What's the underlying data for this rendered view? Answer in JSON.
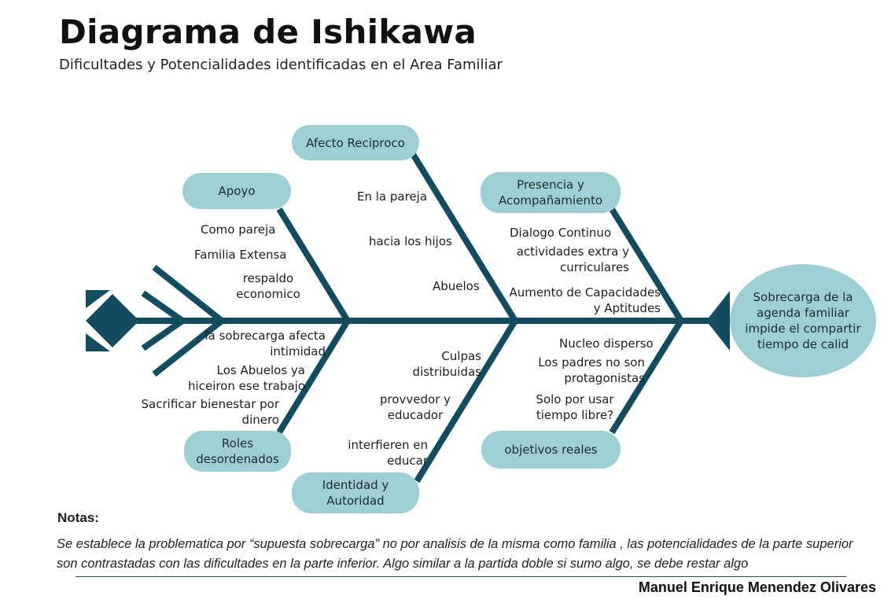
{
  "title": "Diagrama de Ishikawa",
  "subtitle": "Dificultades y Potencialidades identificadas en el Area Familiar",
  "effect": "Sobrecarga de la agenda familiar impide el compartir tiempo de calid",
  "categories": {
    "top1": "Apoyo",
    "top2": "Afecto Reciproco",
    "top3": "Presencia y Acompañamiento",
    "bottom1": "Roles desordenados",
    "bottom2": "Identidad y Autoridad",
    "bottom3": "objetivos reales"
  },
  "causes": {
    "top1": [
      "Como pareja",
      "Familia Extensa",
      "respaldo economico"
    ],
    "top2": [
      "En la pareja",
      "hacia los hijos",
      "Abuelos"
    ],
    "top3": [
      "Dialogo Continuo",
      "actividades extra y curriculares",
      "Aumento de Capacidades y Aptitudes"
    ],
    "bottom1": [
      "la sobrecarga afecta intimidad",
      "Los Abuelos ya hiceiron ese trabajo",
      "Sacrificar bienestar por dinero"
    ],
    "bottom2": [
      "Culpas distribuidas",
      "provvedor y educador",
      "interfieren en educar"
    ],
    "bottom3": [
      "Nucleo disperso",
      "Los padres no son protagonistas",
      "Solo por usar tiempo libre?"
    ]
  },
  "notes_heading": "Notas:",
  "notes_text": "Se establece la problematica por “supuesta sobrecarga” no por analisis de la misma como familia , las potencialidades de la parte superior son contrastadas con las dificultades en la parte inferior. Algo similar a la partida doble si sumo algo, se debe restar algo",
  "author": "Manuel Enrique Menendez Olivares",
  "colors": {
    "bone": "#134b5f",
    "pill": "#9ecfd3"
  }
}
